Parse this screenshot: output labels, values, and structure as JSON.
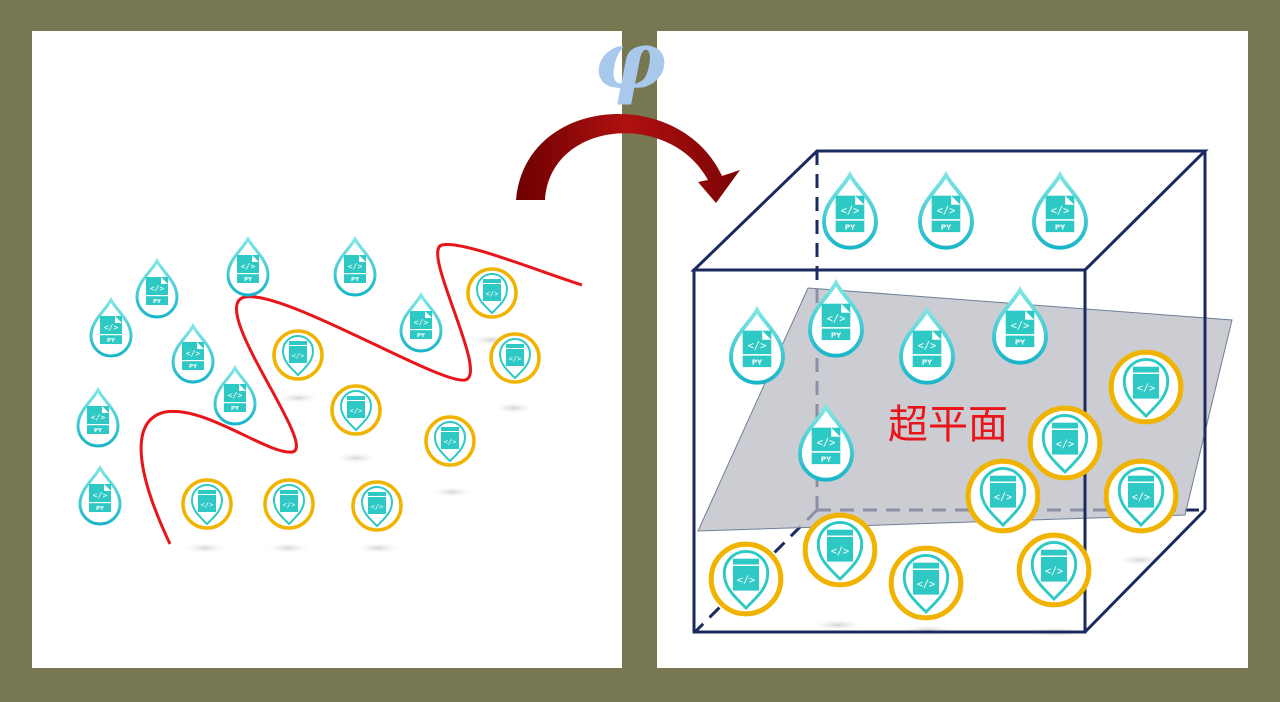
{
  "phi_symbol": "φ",
  "hyperplane_label": "超平面",
  "python_icon_text": "PY",
  "code_glyph": "</>",
  "colors": {
    "background": "#777752",
    "panel": "#ffffff",
    "separator_curve": "#e8161b",
    "transform_arrow": "#9a0a0a",
    "phi": "#a8c8ec",
    "cube_edge": "#1b2a5e",
    "hyperplane_fill": "#b8b8c2",
    "hyperplane_label": "#e8161b",
    "python_drop": "#2fc9c5",
    "ring": "#f0b400"
  }
}
